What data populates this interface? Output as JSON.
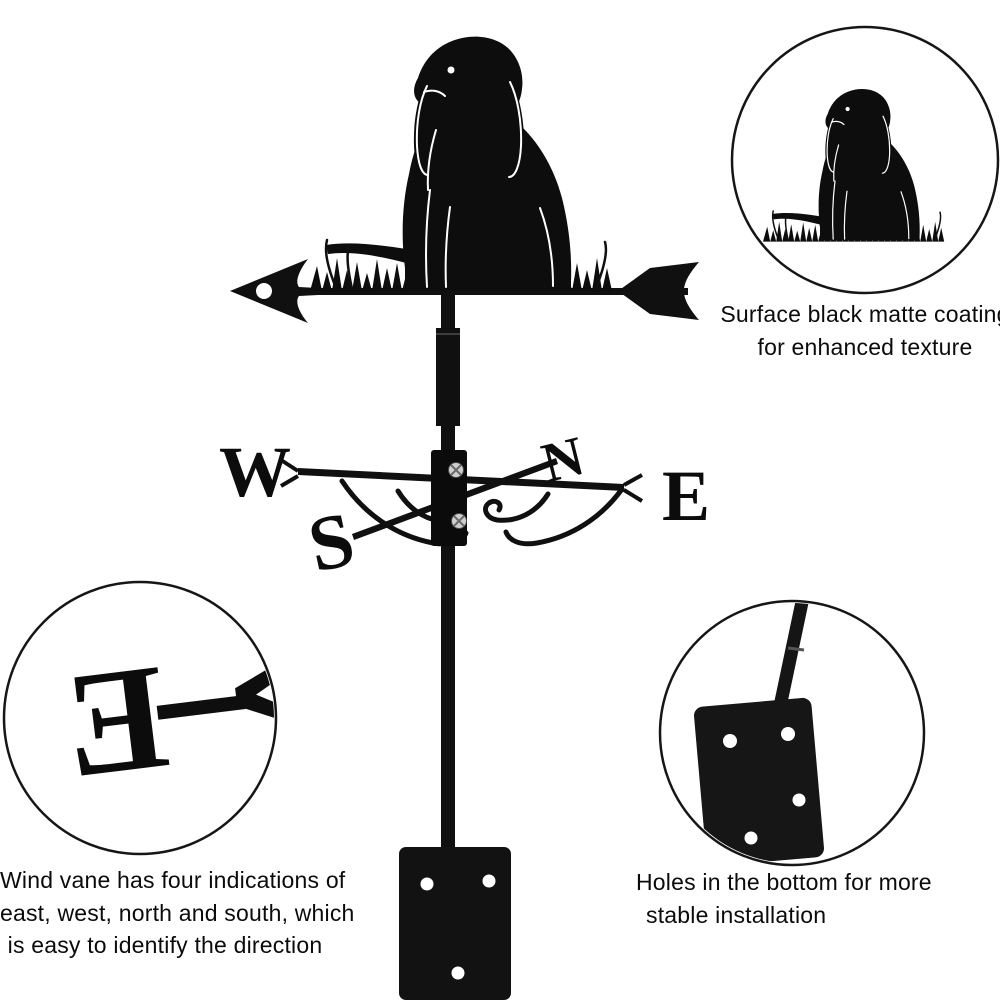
{
  "scene": {
    "background": "#ffffff",
    "metal_color": "#101010",
    "subject": "basset hound weathervane product image"
  },
  "vane": {
    "directions": {
      "west": "W",
      "north": "N",
      "east": "E",
      "south": "S"
    }
  },
  "callouts": {
    "coating": {
      "lines": [
        "Surface black matte coating",
        "for enhanced texture"
      ]
    },
    "wind_directions": {
      "lines": [
        "Wind vane has four indications of",
        "east, west, north and south, which",
        "is easy to identify the direction"
      ]
    },
    "holes": {
      "lines": [
        "Holes in the bottom for more",
        "stable installation"
      ]
    },
    "detail_letter": "E"
  }
}
